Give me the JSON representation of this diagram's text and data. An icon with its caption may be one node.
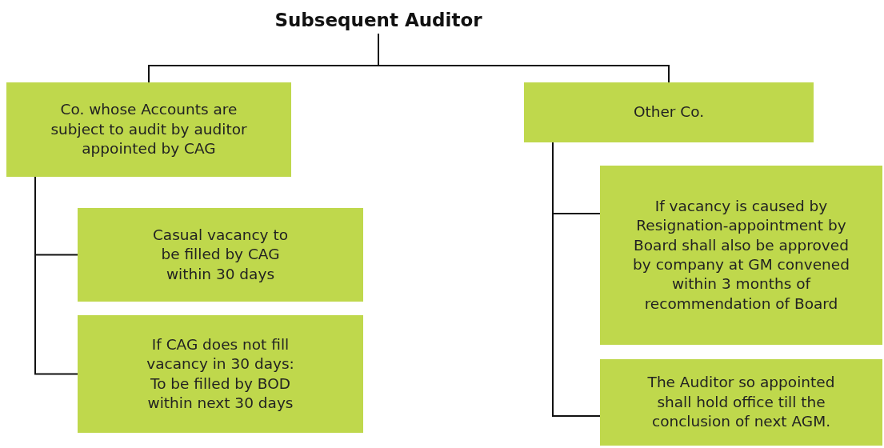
{
  "diagram": {
    "nodes": [
      {
        "text": [
          "Subsequent Auditor"
        ]
      },
      {
        "text": [
          "Co. whose Accounts are subject to audit by auditor appointed by CAG"
        ]
      },
      {
        "text": [
          "Casual vacancy to be filled by CAG within 30 days"
        ]
      },
      {
        "text": [
          "If CAG does not fill vacancy in 30 days: To be filled by BOD within next 30 days"
        ]
      },
      {
        "text": [
          "Other Co."
        ]
      },
      {
        "text": [
          "If vacancy is caused by Resignation-appointment by Board shall also be approved by company at GM convened within 3 months of recommendation of Board"
        ]
      },
      {
        "text": [
          "The Auditor so appointed shall hold office till the conclusion of next AGM."
        ]
      }
    ],
    "edges": [
      {
        "from": 0,
        "to": 1,
        "arrow": "none"
      },
      {
        "from": 0,
        "to": 4,
        "arrow": "none"
      },
      {
        "from": 1,
        "to": 2,
        "arrow": "none"
      },
      {
        "from": 1,
        "to": 3,
        "arrow": "none"
      },
      {
        "from": 4,
        "to": 5,
        "arrow": "none"
      },
      {
        "from": 4,
        "to": 6,
        "arrow": "none"
      }
    ]
  }
}
